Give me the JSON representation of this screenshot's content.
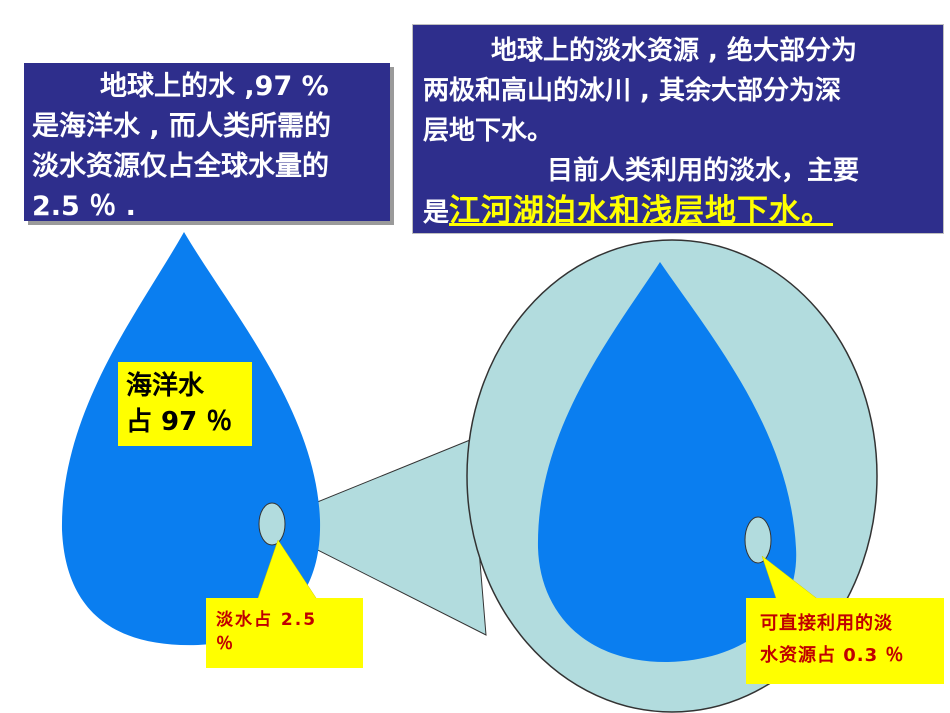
{
  "left_box": {
    "line1": "地球上的水 ,97 %",
    "line2": "是海洋水 , 而人类所需的",
    "line3": "淡水资源仅占全球水量的",
    "line4": "2.5 ％ ."
  },
  "right_box": {
    "line1": "地球上的淡水资源 , 绝大部分为",
    "line2": "两极和高山的冰川 , 其余大部分为深",
    "line3": "层地下水。",
    "line4": "目前人类利用的淡水，主要",
    "line5_prefix": "是",
    "line5_highlight": "江河湖泊水和浅层地下水。"
  },
  "ocean_label": {
    "line1": "海洋水",
    "line2": "占 97 ％"
  },
  "freshwater_label": {
    "line1": "淡水占 2.5",
    "line2": "％"
  },
  "usable_label": {
    "line1": "可直接利用的淡",
    "line2": "水资源占 0.3 ％"
  },
  "colors": {
    "box_bg": "#2e2e8c",
    "drop_blue": "#0a7ef0",
    "magnify_bg": "#b2dcde",
    "callout_yellow": "#ffff00",
    "highlight_text": "#ffff00",
    "callout_text": "#c00000"
  }
}
